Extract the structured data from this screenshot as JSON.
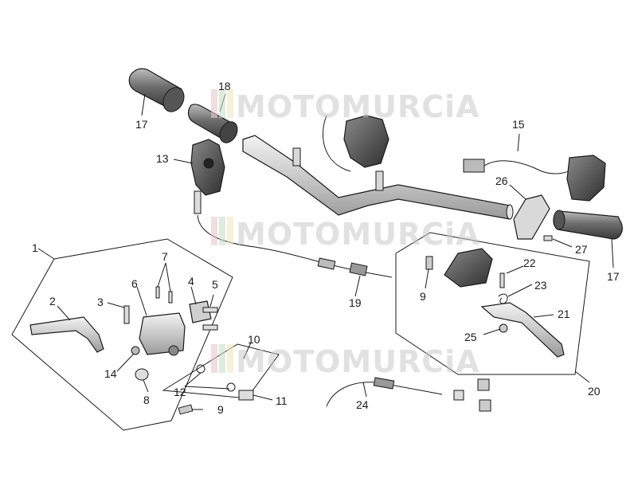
{
  "watermark": {
    "text": "MOTOMURCiA"
  },
  "callouts": [
    {
      "id": "c1",
      "text": "1"
    },
    {
      "id": "c2",
      "text": "2"
    },
    {
      "id": "c3",
      "text": "3"
    },
    {
      "id": "c4",
      "text": "4"
    },
    {
      "id": "c5",
      "text": "5"
    },
    {
      "id": "c6",
      "text": "6"
    },
    {
      "id": "c7",
      "text": "7"
    },
    {
      "id": "c8",
      "text": "8"
    },
    {
      "id": "c9a",
      "text": "9"
    },
    {
      "id": "c9b",
      "text": "9"
    },
    {
      "id": "c10",
      "text": "10"
    },
    {
      "id": "c11",
      "text": "11"
    },
    {
      "id": "c12",
      "text": "12"
    },
    {
      "id": "c13",
      "text": "13"
    },
    {
      "id": "c14",
      "text": "14"
    },
    {
      "id": "c15",
      "text": "15"
    },
    {
      "id": "c17a",
      "text": "17"
    },
    {
      "id": "c17b",
      "text": "17"
    },
    {
      "id": "c18",
      "text": "18"
    },
    {
      "id": "c19",
      "text": "19"
    },
    {
      "id": "c20",
      "text": "20"
    },
    {
      "id": "c21",
      "text": "21"
    },
    {
      "id": "c22",
      "text": "22"
    },
    {
      "id": "c23",
      "text": "23"
    },
    {
      "id": "c24",
      "text": "24"
    },
    {
      "id": "c25",
      "text": "25"
    },
    {
      "id": "c26",
      "text": "26"
    },
    {
      "id": "c27",
      "text": "27"
    }
  ]
}
